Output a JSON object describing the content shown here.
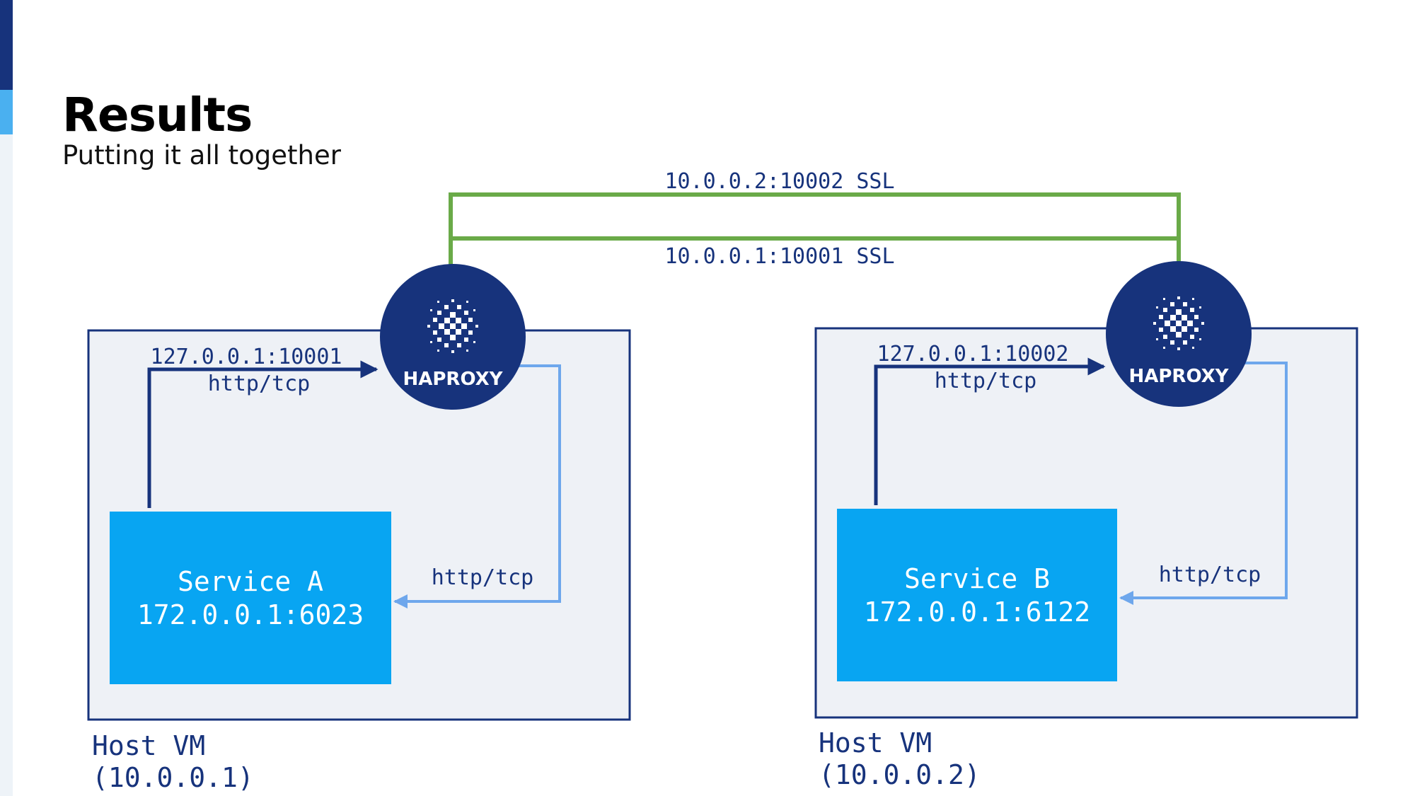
{
  "slide": {
    "title": "Results",
    "subtitle": "Putting it all together"
  },
  "links": {
    "top_label": "10.0.0.2:10002 SSL",
    "bottom_label": "10.0.0.1:10001 SSL"
  },
  "hosts": [
    {
      "proxy_label": "HAPROXY",
      "outbound_addr": "127.0.0.1:10001",
      "outbound_proto": "http/tcp",
      "inbound_proto": "http/tcp",
      "service_name": "Service A",
      "service_addr": "172.0.0.1:6023",
      "host_label": "Host VM",
      "host_ip": "(10.0.0.1)"
    },
    {
      "proxy_label": "HAPROXY",
      "outbound_addr": "127.0.0.1:10002",
      "outbound_proto": "http/tcp",
      "inbound_proto": "http/tcp",
      "service_name": "Service B",
      "service_addr": "172.0.0.1:6122",
      "host_label": "Host VM",
      "host_ip": "(10.0.0.2)"
    }
  ],
  "colors": {
    "navy": "#17337c",
    "service_blue": "#08a5f2",
    "host_fill": "#eef1f6",
    "link_green": "#6aaa48",
    "return_blue": "#6ea7ec"
  }
}
